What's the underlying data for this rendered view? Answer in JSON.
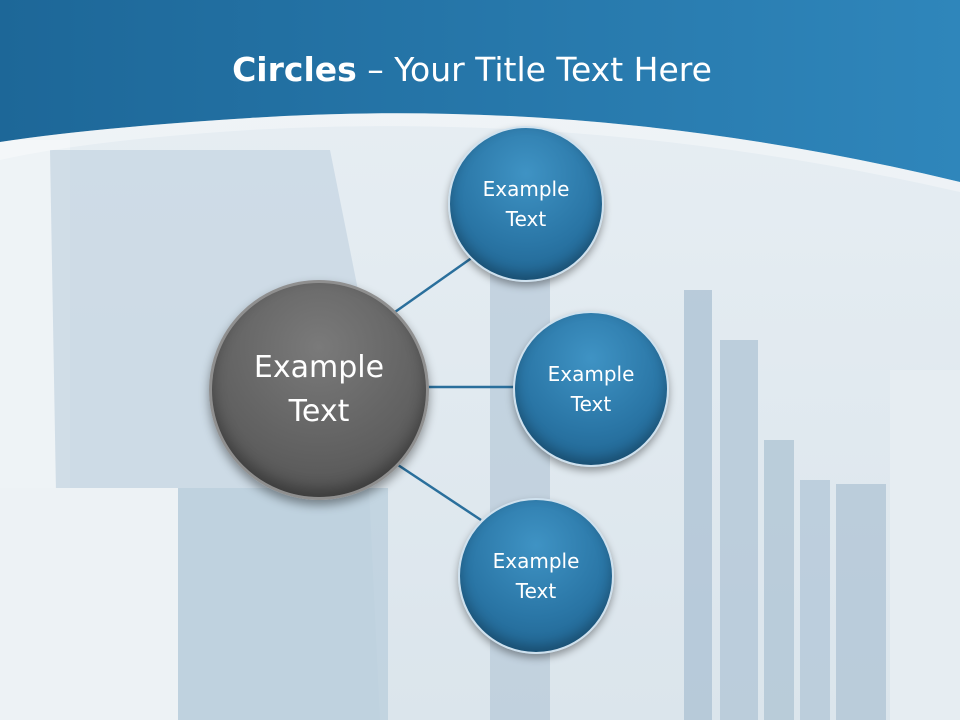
{
  "slide": {
    "title_bold": "Circles",
    "title_rest": " – Your Title Text Here"
  },
  "diagram": {
    "center": {
      "label": "Example\nText",
      "color": "#606060"
    },
    "satellites": [
      {
        "label": "Example\nText",
        "color": "#2a76a6"
      },
      {
        "label": "Example\nText",
        "color": "#2a76a6"
      },
      {
        "label": "Example\nText",
        "color": "#2a76a6"
      }
    ]
  },
  "colors": {
    "header": "#1f6a98",
    "connector": "#2a6f9c"
  }
}
